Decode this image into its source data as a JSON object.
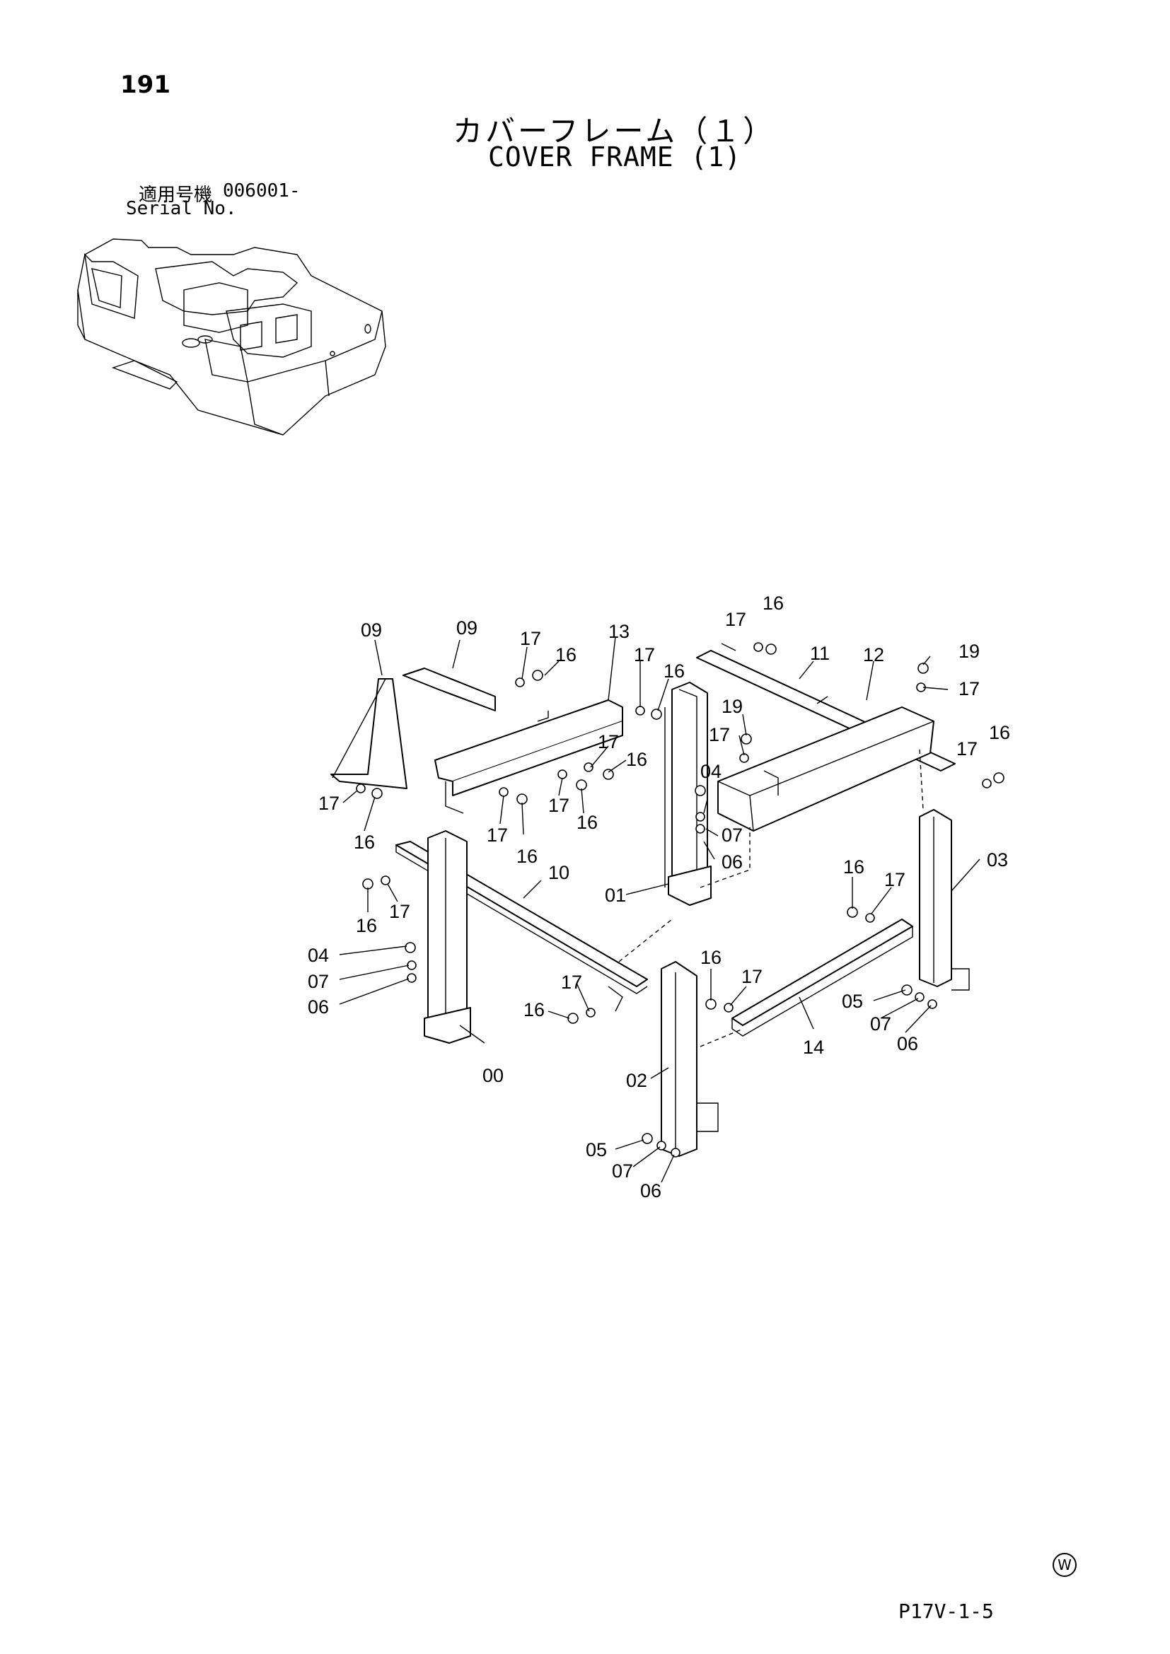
{
  "page_number": "191",
  "title_jp": "カバーフレーム（１）",
  "title_en": "COVER FRAME (1)",
  "serial_label_jp": "適用号機",
  "serial_value": "006001-",
  "serial_label_en": "Serial No.",
  "watermark": "W",
  "page_code": "P17V-1-5",
  "callouts": {
    "c09a": "09",
    "c09b": "09",
    "c17a": "17",
    "c16a": "16",
    "c13": "13",
    "c17b": "17",
    "c16b": "16",
    "c17c": "17",
    "c16c": "16",
    "c11": "11",
    "c12": "12",
    "c19a": "19",
    "c17d": "17",
    "c19b": "19",
    "c17e": "17",
    "c04a": "04",
    "c07a": "07",
    "c06a": "06",
    "c17f": "17",
    "c16d": "16",
    "c17g": "17",
    "c16e": "16",
    "c17h": "17",
    "c16f": "16",
    "c17i": "17",
    "c16g": "16",
    "c17j": "17",
    "c16h": "16",
    "c10": "10",
    "c01": "01",
    "c03": "03",
    "c16i": "16",
    "c17k": "17",
    "c16j": "16",
    "c17l": "17",
    "c04b": "04",
    "c07b": "07",
    "c06b": "06",
    "c17m": "17",
    "c16k": "16",
    "c00": "00",
    "c16l": "16",
    "c17n": "17",
    "c05a": "05",
    "c07c": "07",
    "c06c": "06",
    "c14": "14",
    "c02": "02",
    "c05b": "05",
    "c07d": "07",
    "c06d": "06"
  }
}
